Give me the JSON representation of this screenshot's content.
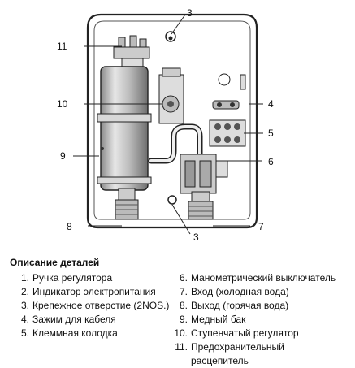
{
  "callouts": {
    "c3_top": "3",
    "c11": "11",
    "c4": "4",
    "c10": "10",
    "c5": "5",
    "c9": "9",
    "c6": "6",
    "c8": "8",
    "c3_bottom": "3",
    "c7": "7"
  },
  "legend": {
    "title": "Описание деталей",
    "left": [
      {
        "num": "1.",
        "text": "Ручка регулятора"
      },
      {
        "num": "2.",
        "text": "Индикатор электропитания"
      },
      {
        "num": "3.",
        "text": "Крепежное отверстие (2NOS.)"
      },
      {
        "num": "4.",
        "text": "Зажим для кабеля"
      },
      {
        "num": "5.",
        "text": "Клеммная колодка"
      }
    ],
    "right": [
      {
        "num": "6.",
        "text": "Манометрический выключатель"
      },
      {
        "num": "7.",
        "text": "Вход (холодная вода)"
      },
      {
        "num": "8.",
        "text": "Выход (горячая вода)"
      },
      {
        "num": "9.",
        "text": "Медный бак"
      },
      {
        "num": "10.",
        "text": "Ступенчатый регулятор"
      },
      {
        "num": "11.",
        "text": "Предохранительный"
      },
      {
        "num": "",
        "text": "расцепитель"
      }
    ]
  }
}
